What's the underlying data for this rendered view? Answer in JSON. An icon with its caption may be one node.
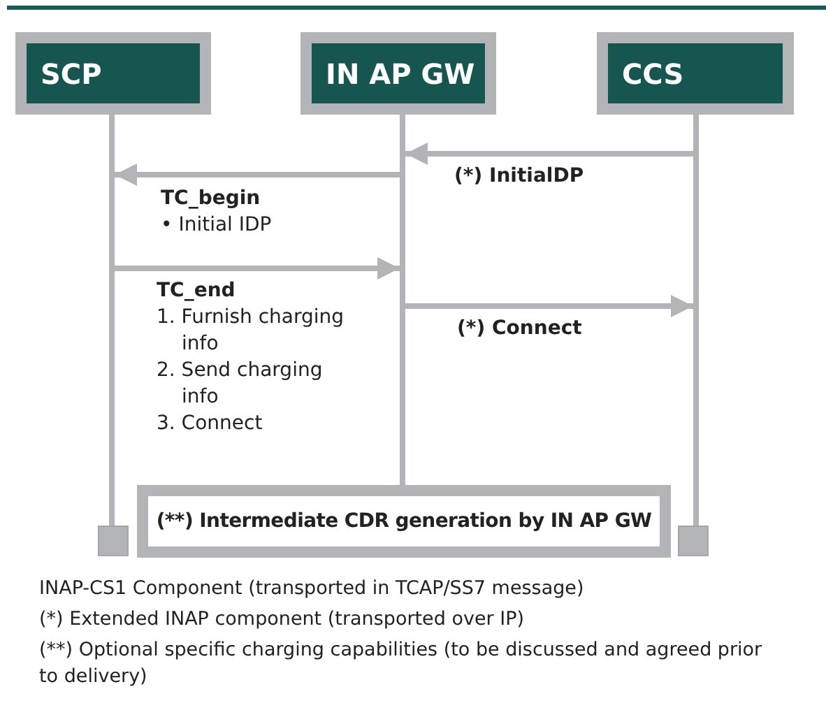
{
  "diagram": {
    "nodes": [
      {
        "text": [
          "SCP"
        ]
      },
      {
        "text": [
          "IN AP GW"
        ]
      },
      {
        "text": [
          "CCS"
        ]
      },
      {
        "text": [],
        "shape": "bar"
      },
      {
        "text": [],
        "shape": "bar"
      },
      {
        "text": [],
        "shape": "bar"
      },
      {
        "text": [
          "(**) Intermediate CDR generation by IN AP GW"
        ]
      },
      {
        "text": [],
        "shape": "box"
      },
      {
        "text": [],
        "shape": "box"
      }
    ],
    "edges": [
      {
        "from": 5,
        "to": 4,
        "arrow": "to",
        "label": "(*) InitialDP"
      },
      {
        "from": 4,
        "to": 3,
        "arrow": "to",
        "label": "TC_begin"
      },
      {
        "from": 3,
        "to": 4,
        "arrow": "to",
        "label": "TC_end"
      },
      {
        "from": 4,
        "to": 5,
        "arrow": "to",
        "label": "(*) Connect"
      }
    ],
    "labels": [
      "• Initial IDP",
      "1. Furnish charging info",
      "2. Send charging info",
      "3. Connect",
      "INAP-CS1 Component (transported in TCAP/SS7 message)",
      "(*) Extended INAP component (transported over IP)",
      "(**) Optional specific charging capabilities (to be discussed and agreed prior to delivery)"
    ]
  }
}
